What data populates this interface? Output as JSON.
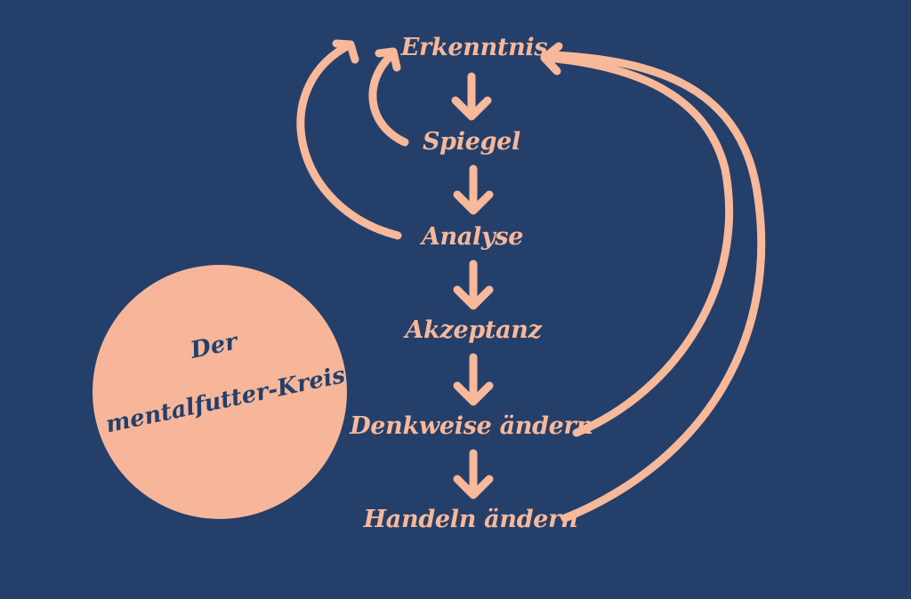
{
  "diagram": {
    "steps": [
      "Erkenntnis",
      "Spiegel",
      "Analyse",
      "Akzeptanz",
      "Denkweise ändern",
      "Handeln ändern"
    ],
    "circle_title_line1": "Der",
    "circle_title_line2": "mentalfutter-Kreis",
    "colors": {
      "background": "#243f6a",
      "accent": "#f7b699"
    }
  }
}
